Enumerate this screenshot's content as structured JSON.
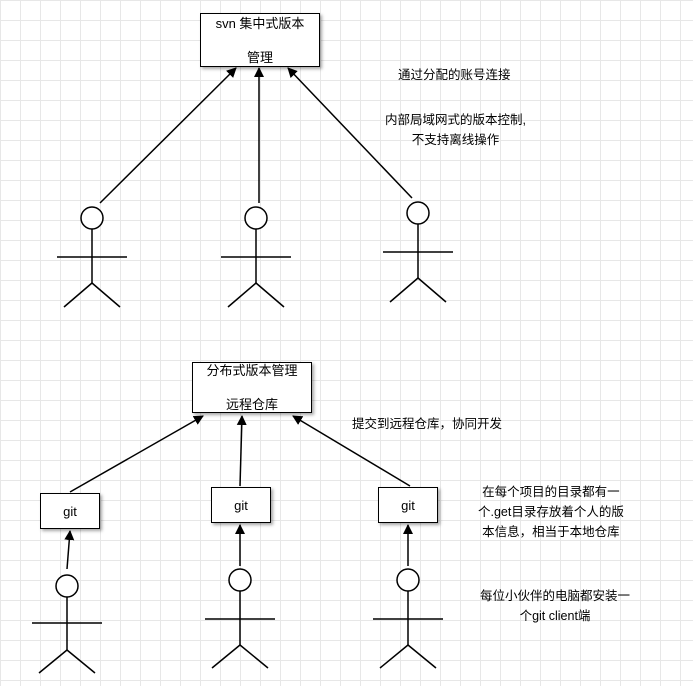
{
  "top": {
    "server_line1": "svn 集中式版本",
    "server_line2": "管理",
    "note1": "通过分配的账号连接",
    "note2_line1": "内部局域网式的版本控制,",
    "note2_line2": "不支持离线操作"
  },
  "bottom": {
    "server_line1": "分布式版本管理",
    "server_line2": "远程仓库",
    "note1": "提交到远程仓库，协同开发",
    "local_left": "git",
    "local_middle": "git",
    "local_right": "git",
    "note2_line1": "在每个项目的目录都有一",
    "note2_line2": "个.get目录存放着个人的版",
    "note2_line3": "本信息，相当于本地仓库",
    "note3_line1": "每位小伙伴的电脑都安装一",
    "note3_line2": "个git client端"
  }
}
